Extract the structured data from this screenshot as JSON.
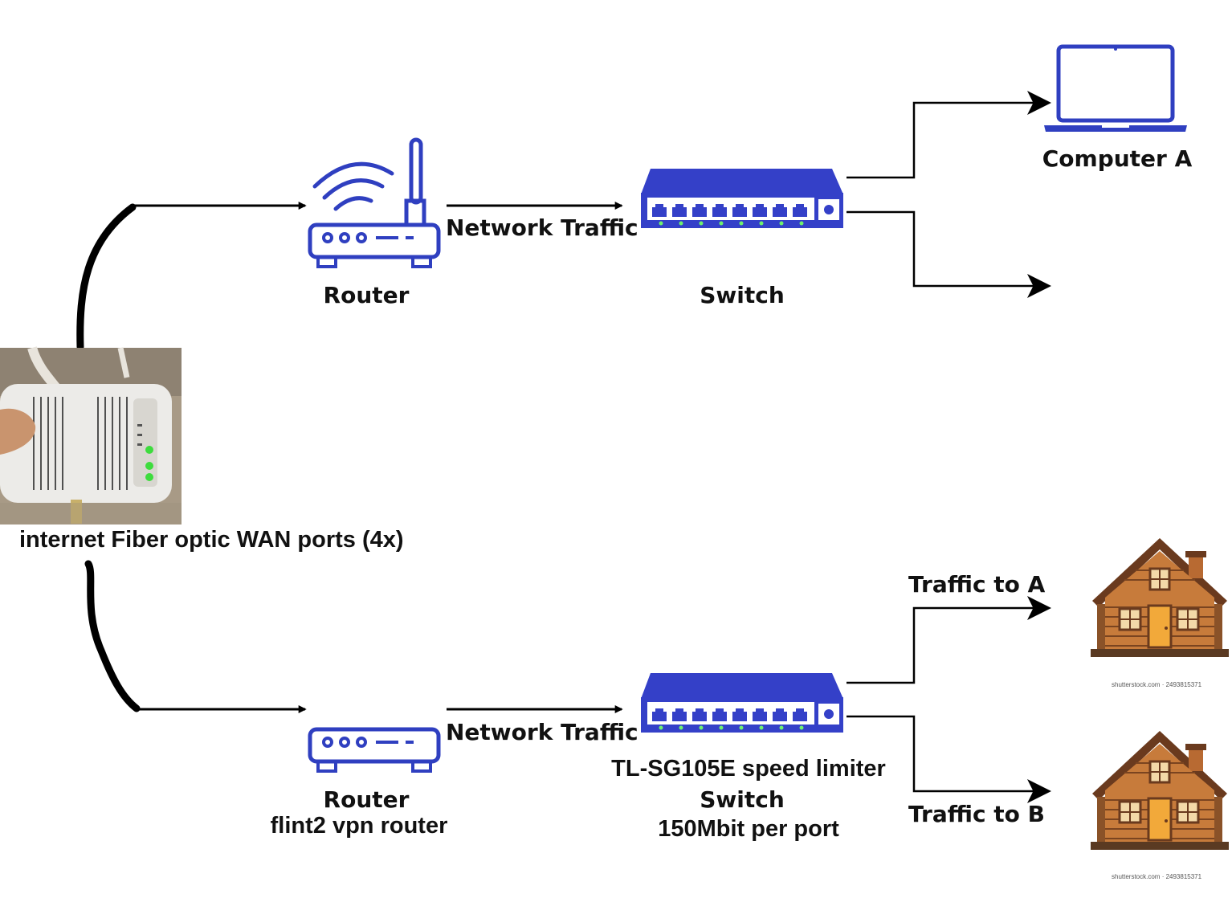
{
  "top": {
    "router_label": "Router",
    "traffic_label": "Network Traffic",
    "switch_label": "Switch",
    "computer_label": "Computer A"
  },
  "modem": {
    "caption_prefix": "internet",
    "caption_rest": "Fiber optic WAN ports (4x)"
  },
  "bottom": {
    "router_label": "Router",
    "router_sublabel": "flint2 vpn router",
    "traffic_label": "Network Traffic",
    "switch_title": "TL-SG105E speed limiter",
    "switch_label": "Switch",
    "switch_sublabel": "150Mbit per port",
    "traffic_a": "Traffic to A",
    "traffic_b": "Traffic to B"
  },
  "watermarks": {
    "house_a": "shutterstock.com · 2493815371",
    "house_b": "shutterstock.com · 2493815371"
  },
  "colors": {
    "icon_blue": "#2f3fc0",
    "switch_blue": "#3440c8",
    "port_white": "#ffffff",
    "led_green": "#3ddc3d",
    "cable_black": "#000000",
    "house_wall": "#b86a32",
    "house_roof": "#6a3a1e",
    "house_door": "#f2a93a"
  },
  "icons": [
    "router-icon",
    "switch-icon",
    "laptop-icon",
    "modem-photo",
    "house-icon"
  ]
}
